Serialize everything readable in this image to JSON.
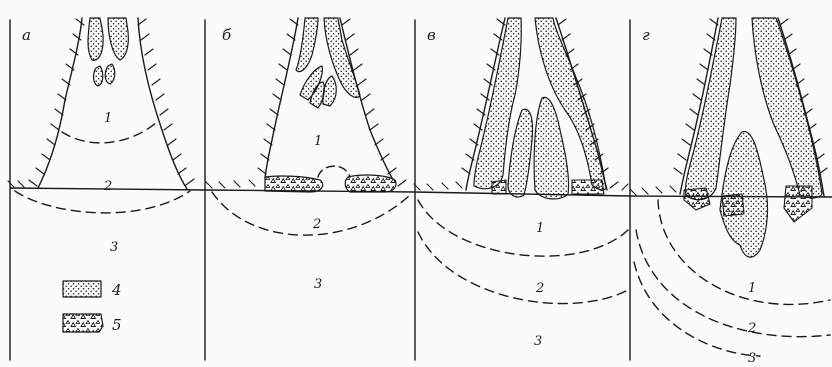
{
  "panels": [
    {
      "label": "а",
      "zones": [
        "1",
        "2",
        "3"
      ]
    },
    {
      "label": "б",
      "zones": [
        "1",
        "2",
        "3"
      ]
    },
    {
      "label": "в",
      "zones": [
        "1",
        "2",
        "3"
      ]
    },
    {
      "label": "г",
      "zones": [
        "1",
        "2",
        "3"
      ]
    }
  ],
  "legend": [
    {
      "number": "4",
      "pattern": "dotted"
    },
    {
      "number": "5",
      "pattern": "triangles"
    }
  ],
  "colors": {
    "ink": "#1a1a1a",
    "paper": "#fbfbf8"
  }
}
